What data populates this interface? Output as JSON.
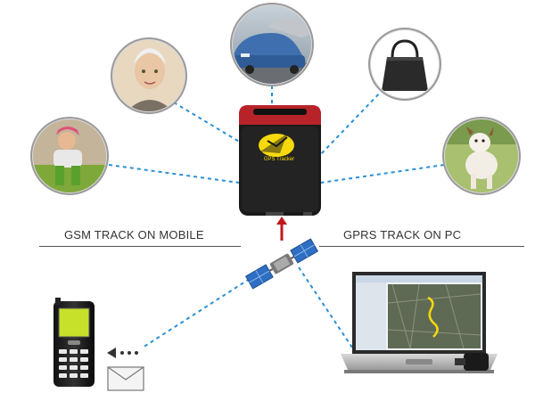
{
  "labels": {
    "gsm": "GSM TRACK ON MOBILE",
    "gprs": "GPRS TRACK ON PC"
  },
  "device": {
    "logo_text": "GPS Tracker"
  },
  "icons": {
    "child": "child-photo-icon",
    "elderly": "elderly-woman-photo-icon",
    "cars": "cars-photo-icon",
    "handbag": "handbag-photo-icon",
    "dog": "dog-photo-icon",
    "satellite": "satellite-icon",
    "phone": "mobile-phone-icon",
    "sms": "envelope-icon",
    "laptop": "laptop-icon"
  },
  "colors": {
    "connector": "#2a8fd6",
    "device_body": "#1a1a1a",
    "device_top": "#b8232a",
    "logo_yellow": "#f5d90a",
    "phone_screen": "#c7e02a",
    "signal_arrow": "#c0161c"
  }
}
